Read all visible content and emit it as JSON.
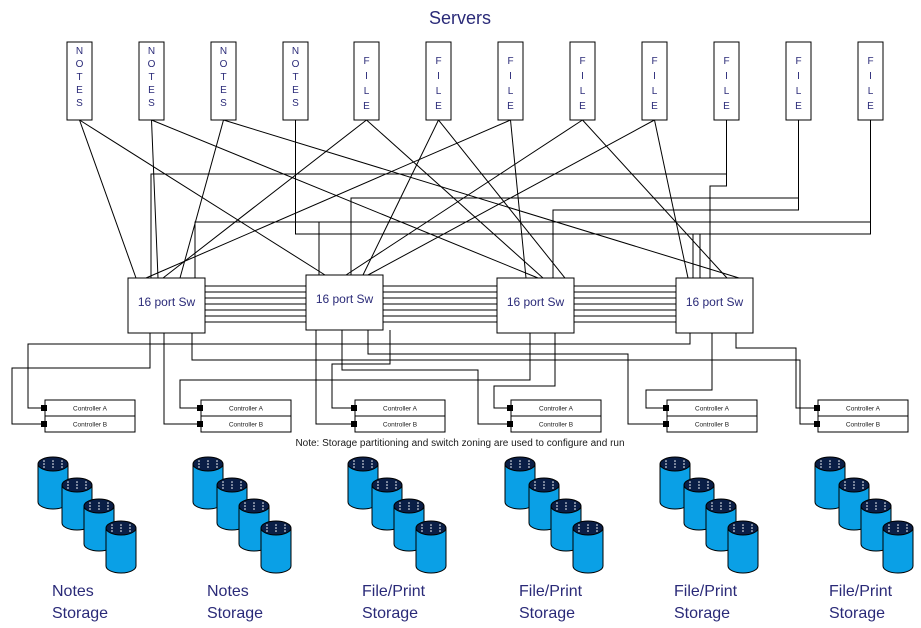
{
  "title": "Servers",
  "servers": [
    {
      "text": "NOTES"
    },
    {
      "text": "NOTES"
    },
    {
      "text": "NOTES"
    },
    {
      "text": "NOTES"
    },
    {
      "text": "FILE"
    },
    {
      "text": "FILE"
    },
    {
      "text": "FILE"
    },
    {
      "text": "FILE"
    },
    {
      "text": "FILE"
    },
    {
      "text": "FILE"
    },
    {
      "text": "FILE"
    },
    {
      "text": "FILE"
    }
  ],
  "switches": [
    {
      "label": "16 port Sw"
    },
    {
      "label": "16 port Sw"
    },
    {
      "label": "16 port Sw"
    },
    {
      "label": "16 port Sw"
    }
  ],
  "controllers": [
    {
      "a": "Controller A",
      "b": "Controller B"
    },
    {
      "a": "Controller A",
      "b": "Controller B"
    },
    {
      "a": "Controller A",
      "b": "Controller B"
    },
    {
      "a": "Controller A",
      "b": "Controller B"
    },
    {
      "a": "Controller A",
      "b": "Controller B"
    },
    {
      "a": "Controller A",
      "b": "Controller B"
    }
  ],
  "note": "Note: Storage partitioning and switch zoning are used to configure and run",
  "storage_groups": [
    {
      "line1": "Notes",
      "line2": "Storage"
    },
    {
      "line1": "Notes",
      "line2": "Storage"
    },
    {
      "line1": "File/Print",
      "line2": "Storage"
    },
    {
      "line1": "File/Print",
      "line2": "Storage"
    },
    {
      "line1": "File/Print",
      "line2": "Storage"
    },
    {
      "line1": "File/Print",
      "line2": "Storage"
    }
  ],
  "colors": {
    "label_blue": "#2a2a78",
    "cylinder_fill": "#0aa0e6",
    "cylinder_top": "#0a1e46",
    "wire_black": "#000000",
    "wire_orange": "#c8501e",
    "wire_green": "#1e9650",
    "wire_blue": "#2828a0"
  },
  "icons": {
    "storage": "disk-cylinder-icon",
    "port": "port-square-icon"
  }
}
